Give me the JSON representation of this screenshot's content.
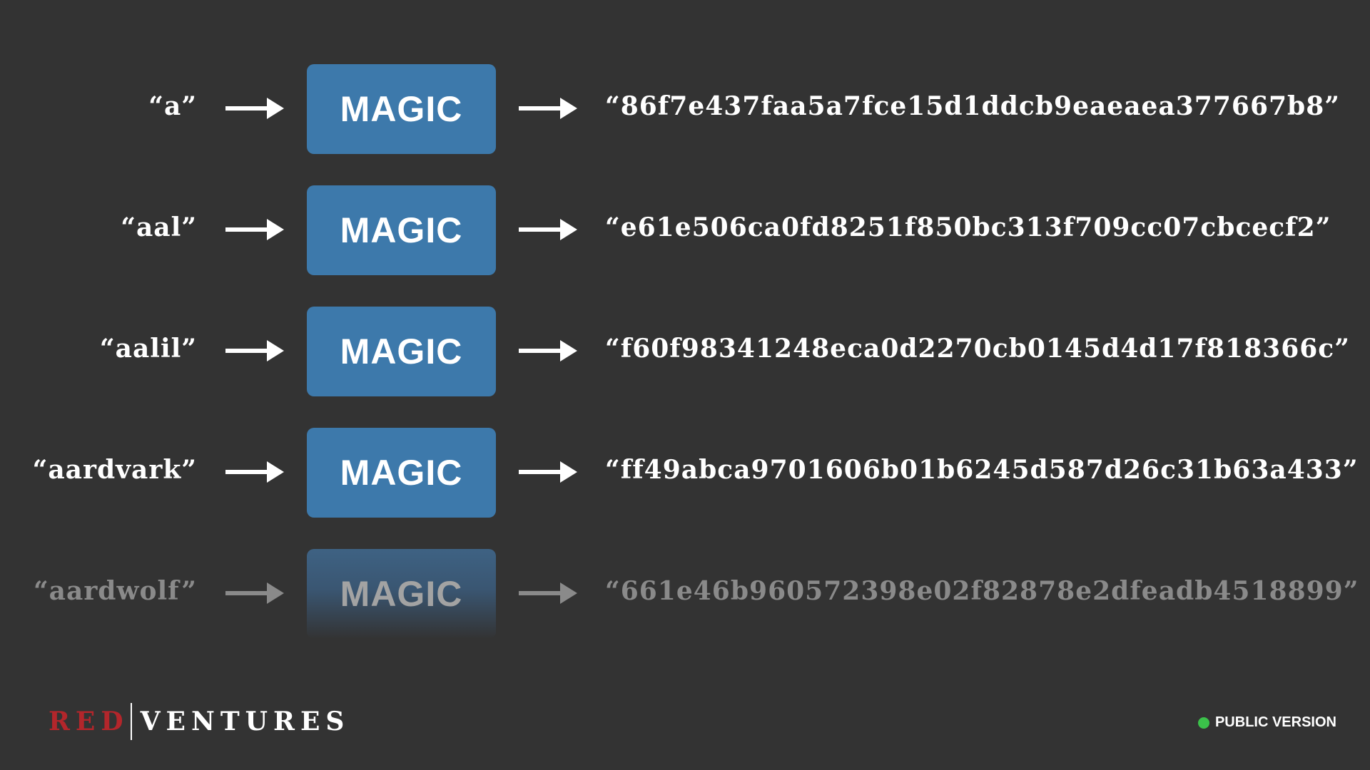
{
  "rows": [
    {
      "input": "“a”",
      "box_label": "MAGIC",
      "hash": "“86f7e437faa5a7fce15d1ddcb9eaeaea377667b8”"
    },
    {
      "input": "“aal”",
      "box_label": "MAGIC",
      "hash": "“e61e506ca0fd8251f850bc313f709cc07cbcecf2”"
    },
    {
      "input": "“aalil”",
      "box_label": "MAGIC",
      "hash": "“f60f98341248eca0d2270cb0145d4d17f818366c”"
    },
    {
      "input": "“aardvark”",
      "box_label": "MAGIC",
      "hash": "“ff49abca9701606b01b6245d587d26c31b63a433”"
    },
    {
      "input": "“aardwolf”",
      "box_label": "MAGIC",
      "hash": "“661e46b960572398e02f82878e2dfeadb4518899”"
    }
  ],
  "footer": {
    "logo_red": "RED",
    "logo_ventures": "VENTURES",
    "status_label": "PUBLIC VERSION"
  },
  "colors": {
    "background": "#333333",
    "magic_box": "#3d79ab",
    "brand_red": "#b3262b",
    "status_dot": "#3bc14a"
  }
}
